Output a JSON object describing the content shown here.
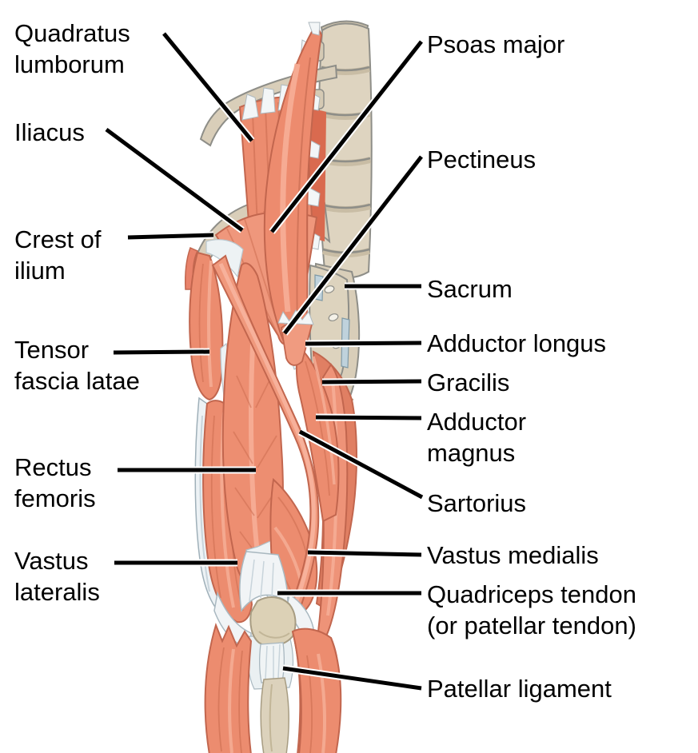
{
  "figure": {
    "description": "Anterior view anatomical diagram of the muscles of the hip and thigh with labeled leader lines",
    "colors": {
      "background": "#FFFFFF",
      "muscle": "#EC8C6F",
      "muscle_light": "#F0997D",
      "muscle_deep": "#D96A4F",
      "muscle_highlight": "#F6AE97",
      "muscle_outline": "#C2664E",
      "bone": "#DED4C0",
      "bone_shadow": "#C9BDA5",
      "bone_outline": "#8E8E88",
      "tendon_white": "#F1F4F6",
      "tendon_shade": "#AEBEC6",
      "cartilage_blue": "#BFD2DC",
      "label_text": "#000000",
      "leader_line": "#000000"
    },
    "labels": {
      "left": [
        {
          "id": "quadratus-lumborum",
          "text": "Quadratus\nlumborum"
        },
        {
          "id": "iliacus",
          "text": "Iliacus"
        },
        {
          "id": "crest-of-ilium",
          "text": "Crest of\nilium"
        },
        {
          "id": "tensor-fascia-latae",
          "text": "Tensor\nfascia latae"
        },
        {
          "id": "rectus-femoris",
          "text": "Rectus\nfemoris"
        },
        {
          "id": "vastus-lateralis",
          "text": "Vastus\nlateralis"
        }
      ],
      "right": [
        {
          "id": "psoas-major",
          "text": "Psoas major"
        },
        {
          "id": "pectineus",
          "text": "Pectineus"
        },
        {
          "id": "sacrum",
          "text": "Sacrum"
        },
        {
          "id": "adductor-longus",
          "text": "Adductor longus"
        },
        {
          "id": "gracilis",
          "text": "Gracilis"
        },
        {
          "id": "adductor-magnus",
          "text": "Adductor\nmagnus"
        },
        {
          "id": "sartorius",
          "text": "Sartorius"
        },
        {
          "id": "vastus-medialis",
          "text": "Vastus medialis"
        },
        {
          "id": "quadriceps-tendon",
          "text": "Quadriceps tendon\n(or patellar tendon)"
        },
        {
          "id": "patellar-ligament",
          "text": "Patellar ligament"
        }
      ]
    }
  }
}
